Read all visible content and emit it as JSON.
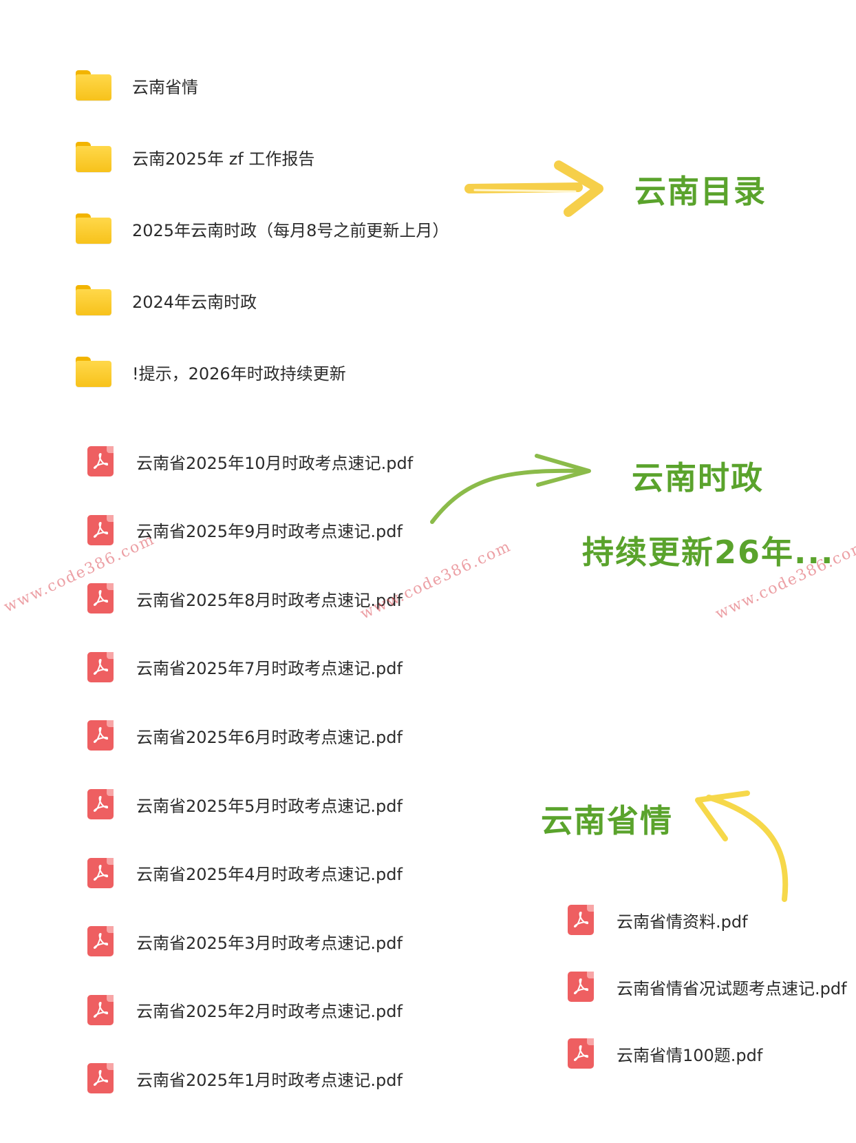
{
  "folders": [
    {
      "name": "云南省情"
    },
    {
      "name": "云南2025年 zf 工作报告"
    },
    {
      "name": "2025年云南时政（每月8号之前更新上月）"
    },
    {
      "name": "2024年云南时政"
    },
    {
      "name": "!提示，2026年时政持续更新"
    }
  ],
  "monthly_pdfs": [
    {
      "name": "云南省2025年10月时政考点速记.pdf"
    },
    {
      "name": "云南省2025年9月时政考点速记.pdf"
    },
    {
      "name": "云南省2025年8月时政考点速记.pdf"
    },
    {
      "name": "云南省2025年7月时政考点速记.pdf"
    },
    {
      "name": "云南省2025年6月时政考点速记.pdf"
    },
    {
      "name": "云南省2025年5月时政考点速记.pdf"
    },
    {
      "name": "云南省2025年4月时政考点速记.pdf"
    },
    {
      "name": "云南省2025年3月时政考点速记.pdf"
    },
    {
      "name": "云南省2025年2月时政考点速记.pdf"
    },
    {
      "name": "云南省2025年1月时政考点速记.pdf"
    }
  ],
  "province_pdfs": [
    {
      "name": "云南省情资料.pdf"
    },
    {
      "name": "云南省情省况试题考点速记.pdf"
    },
    {
      "name": "云南省情100题.pdf"
    }
  ],
  "annotations": {
    "catalog": "云南目录",
    "politics": "云南时政",
    "updating": "持续更新26年...",
    "province": "云南省情"
  },
  "watermark": "www.code386.com",
  "colors": {
    "folder": "#f7c21b",
    "pdf": "#ee5f61",
    "annotation_text": "#5aa32c",
    "arrow_yellow": "#f6cf4a",
    "arrow_green": "#8bbb4a"
  },
  "icons": {
    "folder": "folder-icon",
    "pdf": "pdf-file-icon"
  }
}
